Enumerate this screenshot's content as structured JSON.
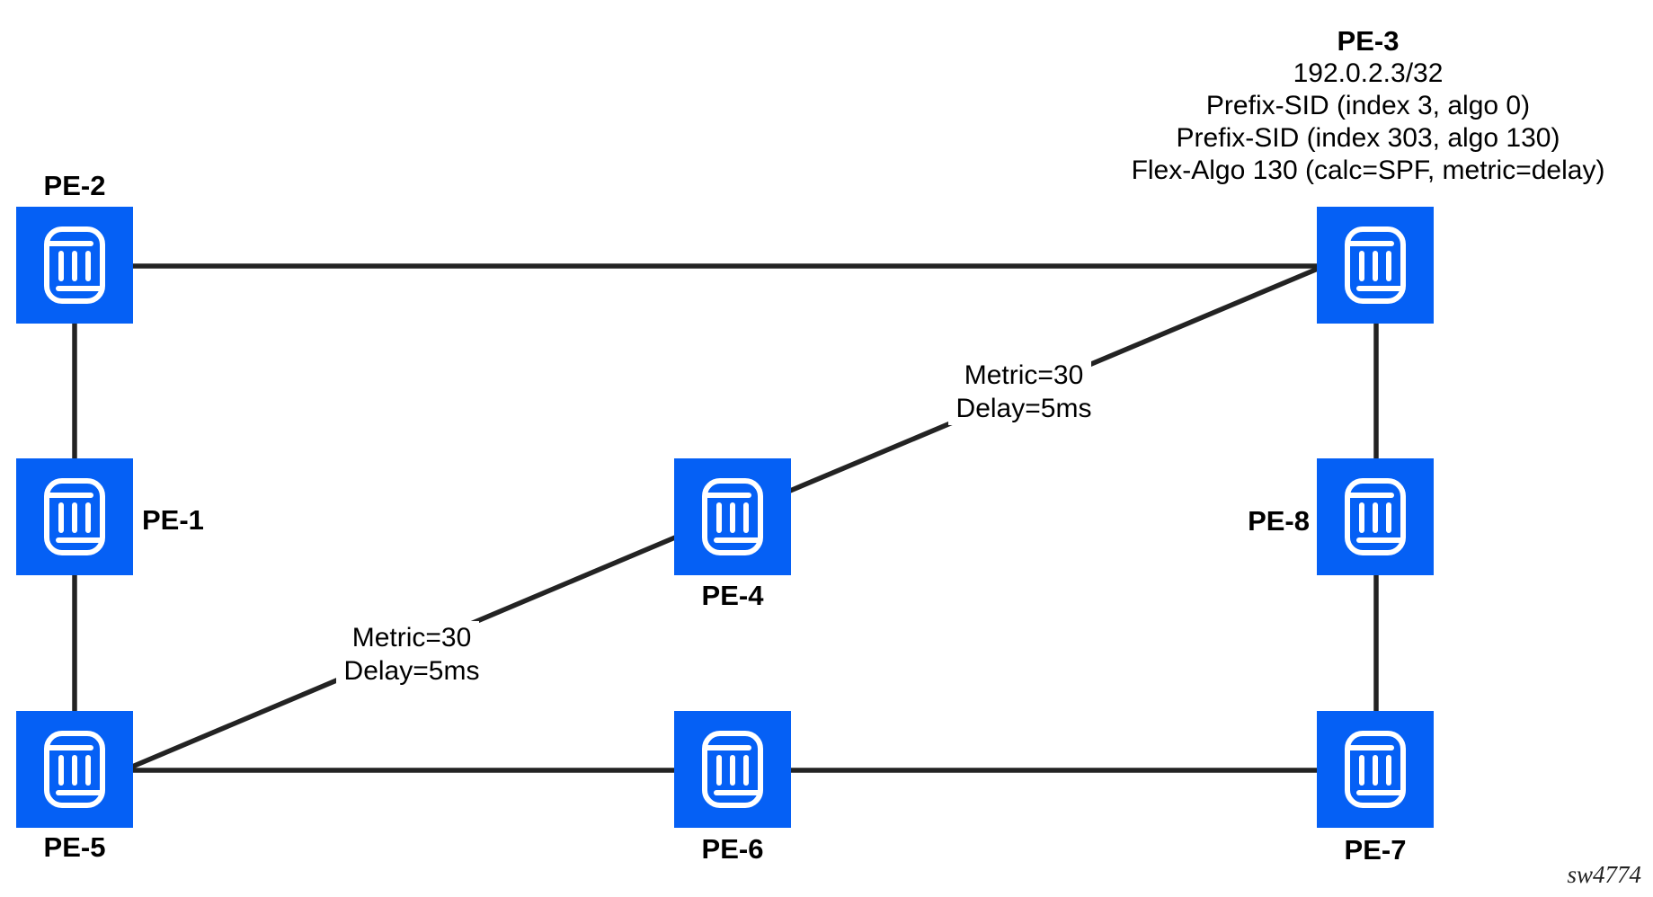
{
  "figure": {
    "watermark": "sw4774",
    "colors": {
      "node": "#0560f5",
      "link": "#232323",
      "text": "#000000"
    },
    "nodes": [
      {
        "id": "pe2",
        "label": "PE-2"
      },
      {
        "id": "pe1",
        "label": "PE-1"
      },
      {
        "id": "pe5",
        "label": "PE-5"
      },
      {
        "id": "pe4",
        "label": "PE-4"
      },
      {
        "id": "pe6",
        "label": "PE-6"
      },
      {
        "id": "pe3",
        "label": "PE-3"
      },
      {
        "id": "pe8",
        "label": "PE-8"
      },
      {
        "id": "pe7",
        "label": "PE-7"
      }
    ],
    "links": [
      {
        "from": "PE-2",
        "to": "PE-3"
      },
      {
        "from": "PE-2",
        "to": "PE-1"
      },
      {
        "from": "PE-1",
        "to": "PE-5"
      },
      {
        "from": "PE-5",
        "to": "PE-6"
      },
      {
        "from": "PE-6",
        "to": "PE-7"
      },
      {
        "from": "PE-3",
        "to": "PE-8"
      },
      {
        "from": "PE-8",
        "to": "PE-7"
      },
      {
        "from": "PE-5",
        "to": "PE-4",
        "label": "Metric=30, Delay=5ms"
      },
      {
        "from": "PE-4",
        "to": "PE-3",
        "label": "Metric=30, Delay=5ms"
      }
    ],
    "link_labels": [
      {
        "line1": "Metric=30",
        "line2": "Delay=5ms"
      },
      {
        "line1": "Metric=30",
        "line2": "Delay=5ms"
      }
    ],
    "pe3_annotation": {
      "lines": [
        "192.0.2.3/32",
        "Prefix-SID (index 3, algo 0)",
        "Prefix-SID (index 303, algo 130)",
        "Flex-Algo 130 (calc=SPF, metric=delay)"
      ]
    }
  }
}
